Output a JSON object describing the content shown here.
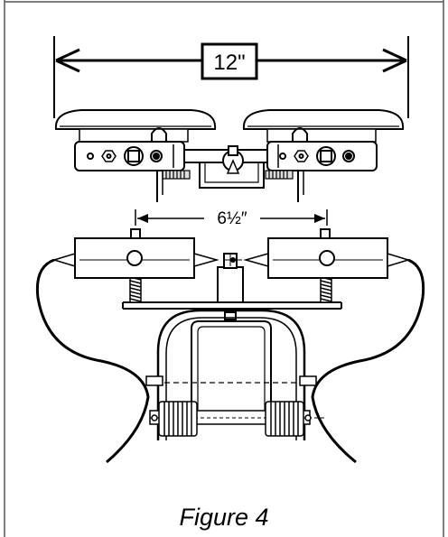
{
  "dimensions": {
    "top_width": "12\"",
    "mid_width": "6½″"
  },
  "figure": {
    "caption": "Figure 4"
  },
  "colors": {
    "line": "#000000",
    "panel_border": "#555555",
    "hardware_fill": "#dddddd"
  }
}
